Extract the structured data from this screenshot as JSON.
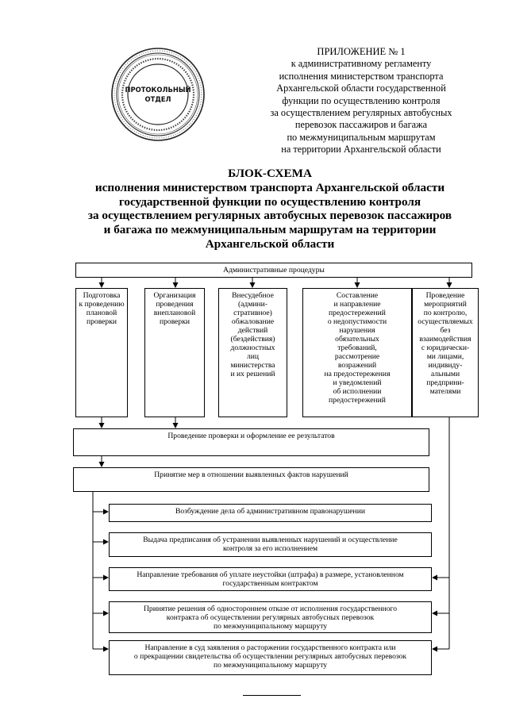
{
  "stamp": {
    "center_text": [
      "ПРОТОКОЛЬНЫЙ",
      "ОТДЕЛ"
    ]
  },
  "appendix": {
    "title": "ПРИЛОЖЕНИЕ № 1",
    "lines": [
      "к административному регламенту",
      "исполнения министерством транспорта",
      "Архангельской области государственной",
      "функции по осуществлению контроля",
      "за осуществлением регулярных автобусных",
      "перевозок пассажиров и багажа",
      "по межмуниципальным маршрутам",
      "на территории Архангельской области"
    ]
  },
  "heading": {
    "title": "БЛОК-СХЕМА",
    "lines": [
      "исполнения министерством транспорта Архангельской области",
      "государственной функции по осуществлению контроля",
      "за осуществлением регулярных автобусных перевозок пассажиров",
      "и багажа по межмуниципальным маршрутам на территории",
      "Архангельской области"
    ]
  },
  "diagram": {
    "top_box": "Административные процедуры",
    "columns": [
      [
        "Подготовка",
        "к проведению",
        "плановой",
        "проверки"
      ],
      [
        "Организация",
        "проведения",
        "внеплановой",
        "проверки"
      ],
      [
        "Внесудебное",
        "(админи-",
        "стративное)",
        "обжалование",
        "действий",
        "(бездействия)",
        "должностных",
        "лиц",
        "министерства",
        "и их решений"
      ],
      [
        "Составление",
        "и направление",
        "предостережений",
        "о недопустимости",
        "нарушения",
        "обязательных",
        "требований,",
        "рассмотрение",
        "возражений",
        "на предостережения",
        "и уведомлений",
        "об исполнении",
        "предостережений"
      ],
      [
        "Проведение",
        "мероприятий",
        "по контролю,",
        "осуществляемых",
        "без",
        "взаимодействия",
        "с юридически-",
        "ми лицами,",
        "индивиду-",
        "альными",
        "предприни-",
        "мателями"
      ]
    ],
    "check_box": "Проведение проверки и оформление ее результатов",
    "measures_box": "Принятие мер в отношении выявленных фактов нарушений",
    "measures": [
      [
        "Возбуждение дела об административном правонарушении"
      ],
      [
        "Выдача предписания об устранении выявленных нарушений и осуществление",
        "контроля за его исполнением"
      ],
      [
        "Направление требования об уплате неустойки (штрафа) в размере, установленном",
        "государственным контрактом"
      ],
      [
        "Принятие решения об одностороннем отказе от исполнения государственного",
        "контракта об осуществлении регулярных автобусных перевозок",
        "по межмуниципальному маршруту"
      ],
      [
        "Направление в суд заявления о расторжении государственного контракта или",
        "о прекращении свидетельства об осуществлении регулярных автобусных перевозок",
        "по межмуниципальному маршруту"
      ]
    ]
  }
}
